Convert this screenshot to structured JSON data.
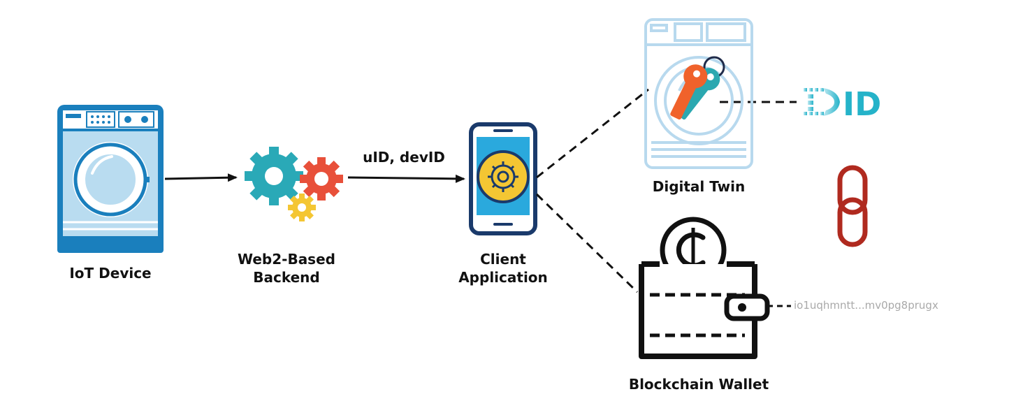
{
  "nodes": {
    "iot_device": {
      "label": "IoT Device"
    },
    "backend": {
      "label_line1": "Web2-Based",
      "label_line2": "Backend"
    },
    "client_app": {
      "label_line1": "Client",
      "label_line2": "Application"
    },
    "digital_twin": {
      "label": "Digital Twin"
    },
    "wallet": {
      "label": "Blockchain Wallet"
    }
  },
  "edges": {
    "backend_to_client_label": "uID, devID"
  },
  "did_logo": {
    "text": "ID"
  },
  "wallet_address": "io1uqhmntt...mv0pg8prugx",
  "colors": {
    "washer_blue": "#1a7fbd",
    "washer_light": "#b9dcf0",
    "twin_outline": "#b8d9ee",
    "gear_teal": "#2aa9b7",
    "gear_red": "#e8503a",
    "gear_yellow": "#f4c633",
    "phone_navy": "#1a3a6b",
    "phone_screen": "#2aa9dd",
    "did_teal": "#25b3c9",
    "link_red": "#b02a1f",
    "key_orange": "#f0622b",
    "key_teal": "#2ba8b0"
  }
}
